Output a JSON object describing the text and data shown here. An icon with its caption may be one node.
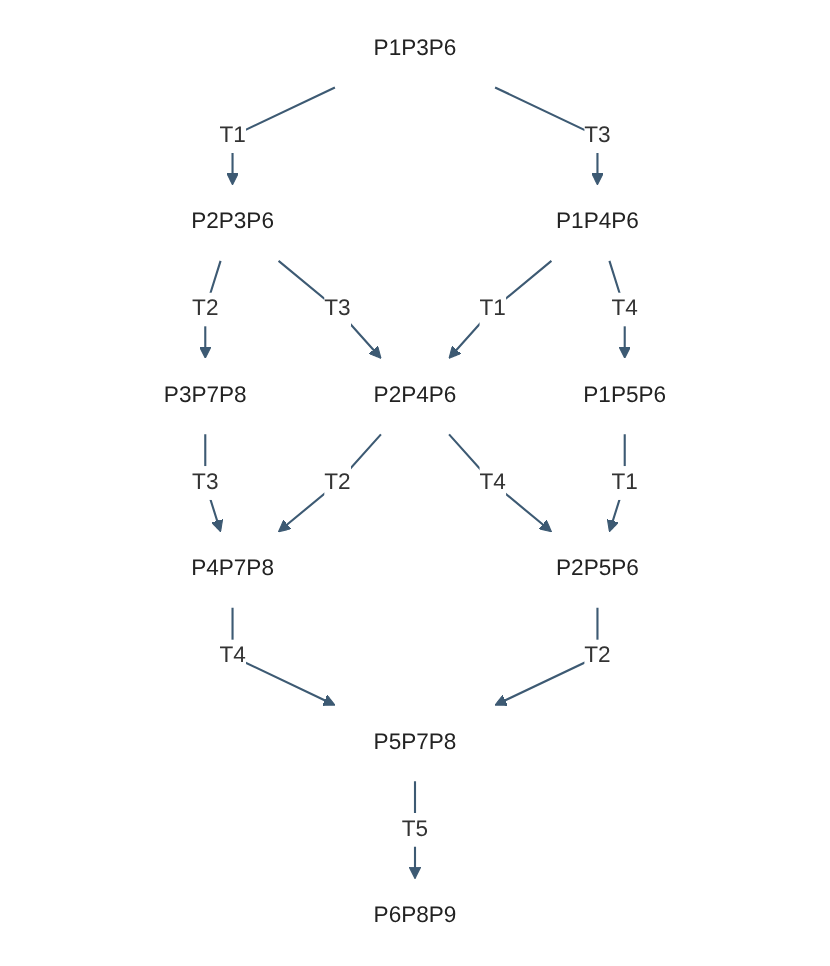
{
  "diagram": {
    "nodes": [
      {
        "text": [
          "P1P3P6"
        ]
      },
      {
        "text": [
          "P2P3P6"
        ]
      },
      {
        "text": [
          "P1P4P6"
        ]
      },
      {
        "text": [
          "P3P7P8"
        ]
      },
      {
        "text": [
          "P2P4P6"
        ]
      },
      {
        "text": [
          "P1P5P6"
        ]
      },
      {
        "text": [
          "P4P7P8"
        ]
      },
      {
        "text": [
          "P2P5P6"
        ]
      },
      {
        "text": [
          "P5P7P8"
        ]
      },
      {
        "text": [
          "P6P8P9"
        ]
      }
    ],
    "edges": [
      {
        "from": 0,
        "to": 1,
        "label": "T1",
        "arrow": "to"
      },
      {
        "from": 0,
        "to": 2,
        "label": "T3",
        "arrow": "to"
      },
      {
        "from": 1,
        "to": 3,
        "label": "T2",
        "arrow": "to"
      },
      {
        "from": 1,
        "to": 4,
        "label": "T3",
        "arrow": "to"
      },
      {
        "from": 2,
        "to": 4,
        "label": "T1",
        "arrow": "to"
      },
      {
        "from": 2,
        "to": 5,
        "label": "T4",
        "arrow": "to"
      },
      {
        "from": 3,
        "to": 6,
        "label": "T3",
        "arrow": "to"
      },
      {
        "from": 4,
        "to": 6,
        "label": "T2",
        "arrow": "to"
      },
      {
        "from": 4,
        "to": 7,
        "label": "T4",
        "arrow": "to"
      },
      {
        "from": 5,
        "to": 7,
        "label": "T1",
        "arrow": "to"
      },
      {
        "from": 6,
        "to": 8,
        "label": "T4",
        "arrow": "to"
      },
      {
        "from": 7,
        "to": 8,
        "label": "T2",
        "arrow": "to"
      },
      {
        "from": 8,
        "to": 9,
        "label": "T5",
        "arrow": "to"
      }
    ]
  }
}
